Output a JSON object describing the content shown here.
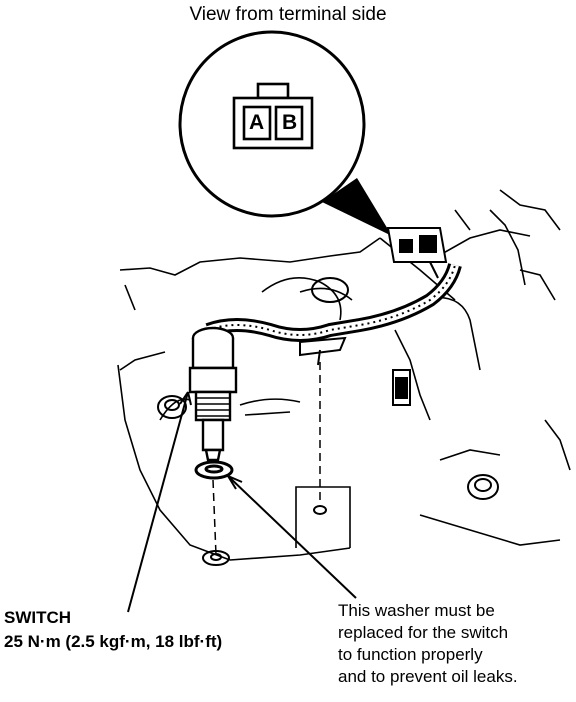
{
  "header": {
    "title": "View from terminal side"
  },
  "connector": {
    "terminal_a": "A",
    "terminal_b": "B"
  },
  "labels": {
    "switch": "SWITCH",
    "torque": "25 N·m (2.5 kgf·m, 18 lbf·ft)"
  },
  "note": {
    "lines": [
      "This washer must be",
      "replaced for the switch",
      "to function properly",
      "and to prevent oil leaks."
    ]
  }
}
